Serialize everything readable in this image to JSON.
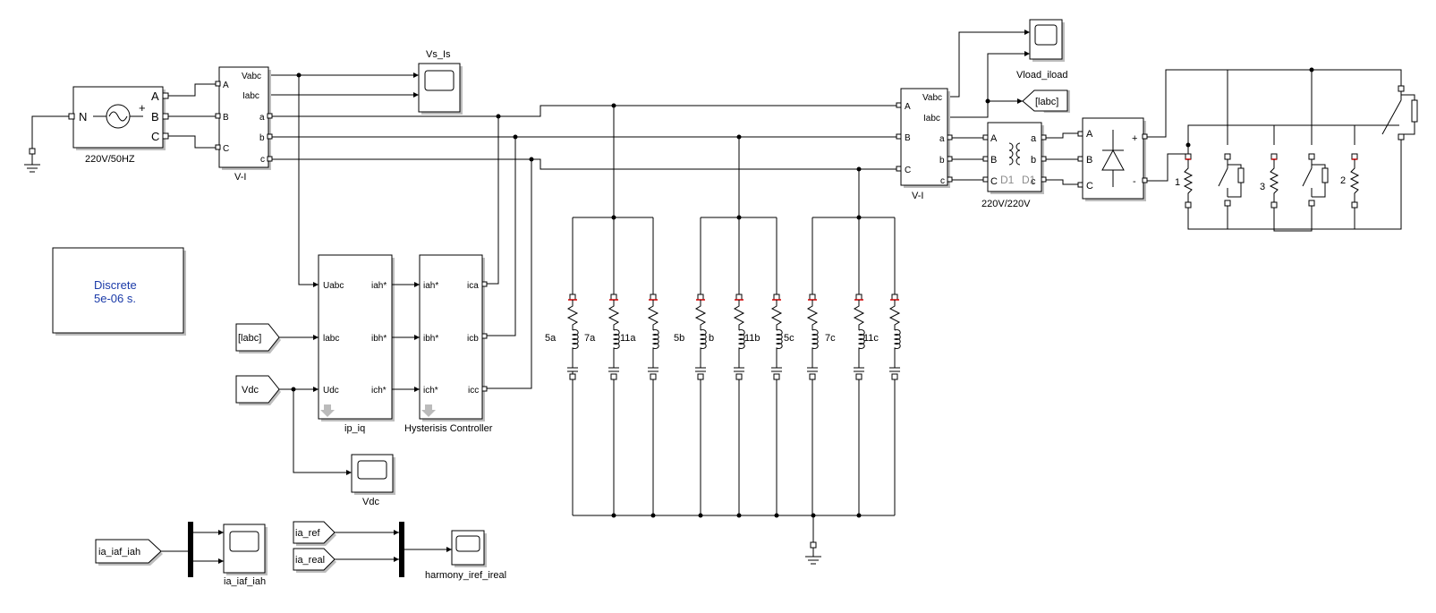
{
  "source": {
    "label": "220V/50HZ",
    "n_port": "N",
    "ports": [
      "A",
      "B",
      "C"
    ]
  },
  "vi1": {
    "label": "V-I",
    "in_ports": [
      "A",
      "B",
      "C"
    ],
    "out_ports": [
      "Vabc",
      "Iabc",
      "a",
      "b",
      "c"
    ]
  },
  "vi2": {
    "label": "V-I",
    "in_ports": [
      "A",
      "B",
      "C"
    ],
    "out_ports": [
      "Vabc",
      "Iabc",
      "a",
      "b",
      "c"
    ]
  },
  "scopes": {
    "vs_is": "Vs_Is",
    "vload": "Vload_iload",
    "vdc": "Vdc",
    "ia": "ia_iaf_iah",
    "harm": "harmony_iref_ireal"
  },
  "goto_labc": "[labc]",
  "from_labc": "[labc]",
  "from_vdc": "Vdc",
  "from_ia": "ia_iaf_iah",
  "from_ia_ref": "ia_ref",
  "from_ia_real": "ia_real",
  "powergui": {
    "line1": "Discrete",
    "line2": "5e-06 s."
  },
  "ipiq": {
    "label": "ip_iq",
    "in_ports": [
      "Uabc",
      "labc",
      "Udc"
    ],
    "out_ports": [
      "iah*",
      "ibh*",
      "ich*"
    ]
  },
  "hyst": {
    "label": "Hysterisis Controller",
    "in_ports": [
      "iah*",
      "ibh*",
      "ich*"
    ],
    "out_ports": [
      "ica",
      "icb",
      "icc"
    ]
  },
  "filters": [
    "5a",
    "7a",
    "11a",
    "5b",
    "b",
    "11b",
    "5c",
    "7c",
    "11c"
  ],
  "transformer": {
    "label": "220V/220V",
    "left": [
      "A",
      "B",
      "C"
    ],
    "right": [
      "a",
      "b",
      "c"
    ],
    "w1": "D1",
    "w2": "D1"
  },
  "rectifier": {
    "ports": [
      "A",
      "B",
      "C"
    ],
    "plus": "+",
    "minus": "-"
  },
  "loads": [
    "1",
    "3",
    "2"
  ]
}
